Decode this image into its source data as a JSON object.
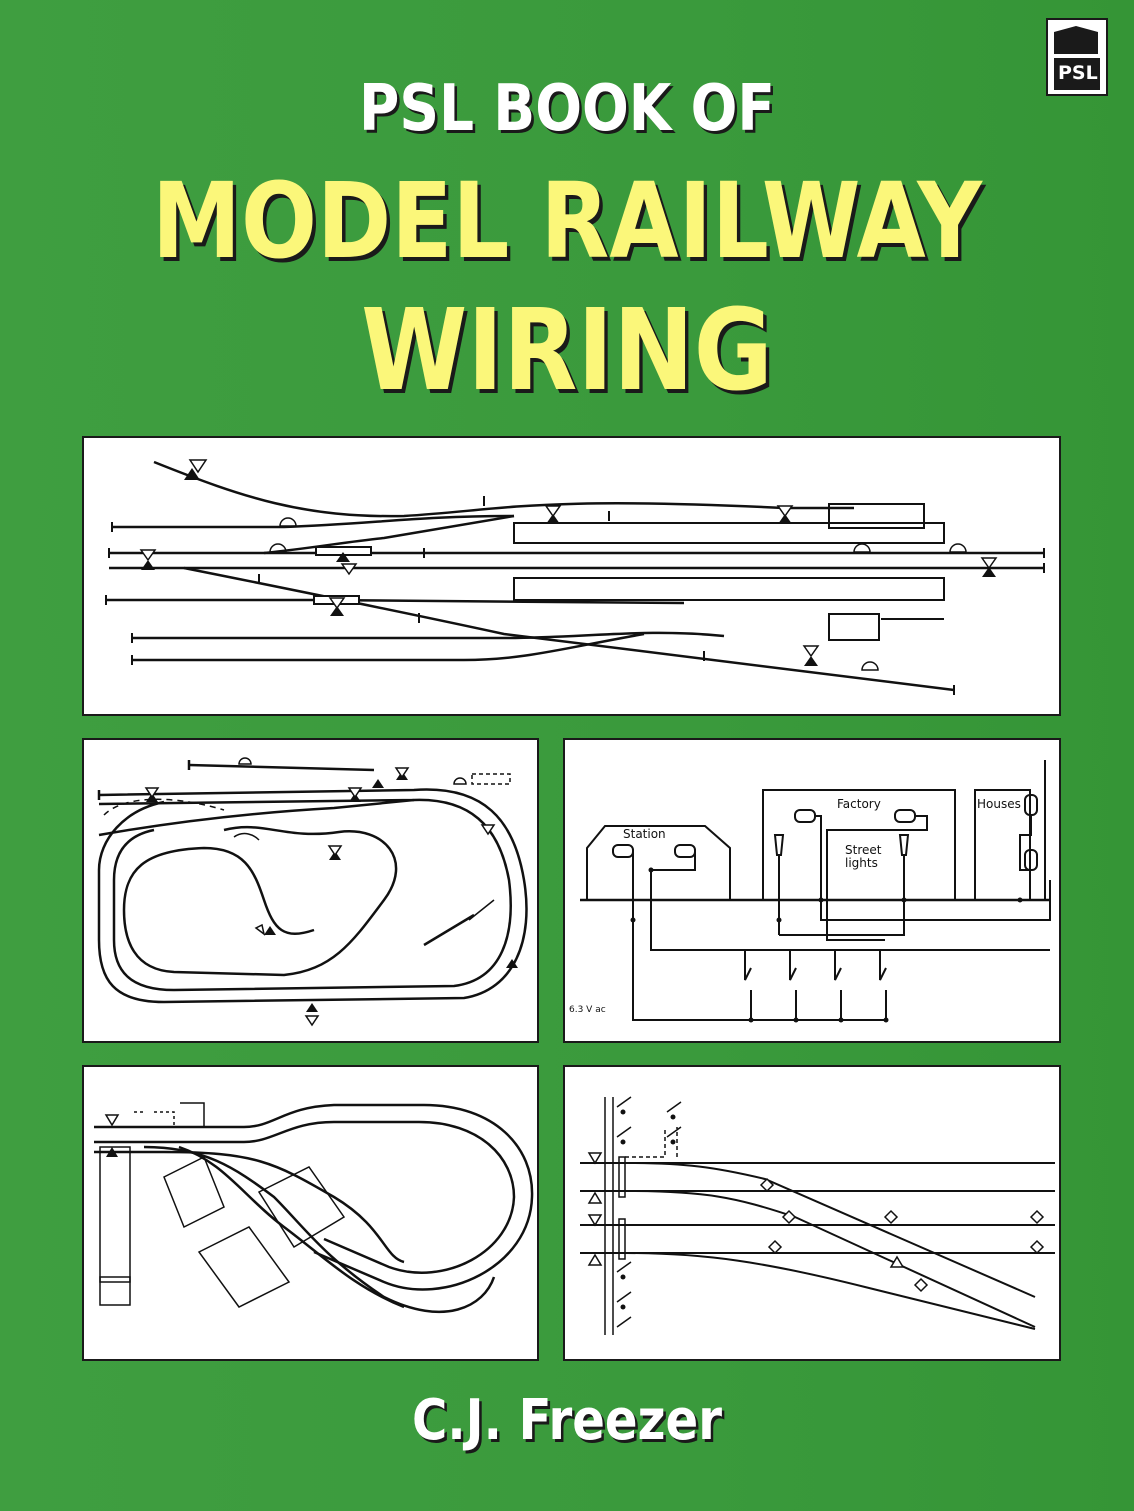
{
  "cover": {
    "publisher_logo_text": "PSL",
    "title_line1": "PSL BOOK OF",
    "title_line2": "MODEL RAILWAY",
    "title_line3": "WIRING",
    "author": "C.J. Freezer",
    "colors": {
      "background": "#3a9a3c",
      "title_yellow": "#fbf77a",
      "title_white": "#ffffff"
    }
  },
  "diagrams": {
    "wiring_labels": {
      "station": "Station",
      "factory": "Factory",
      "houses": "Houses",
      "street": "Street",
      "lights": "lights",
      "supply": "6.3 V ac"
    }
  }
}
